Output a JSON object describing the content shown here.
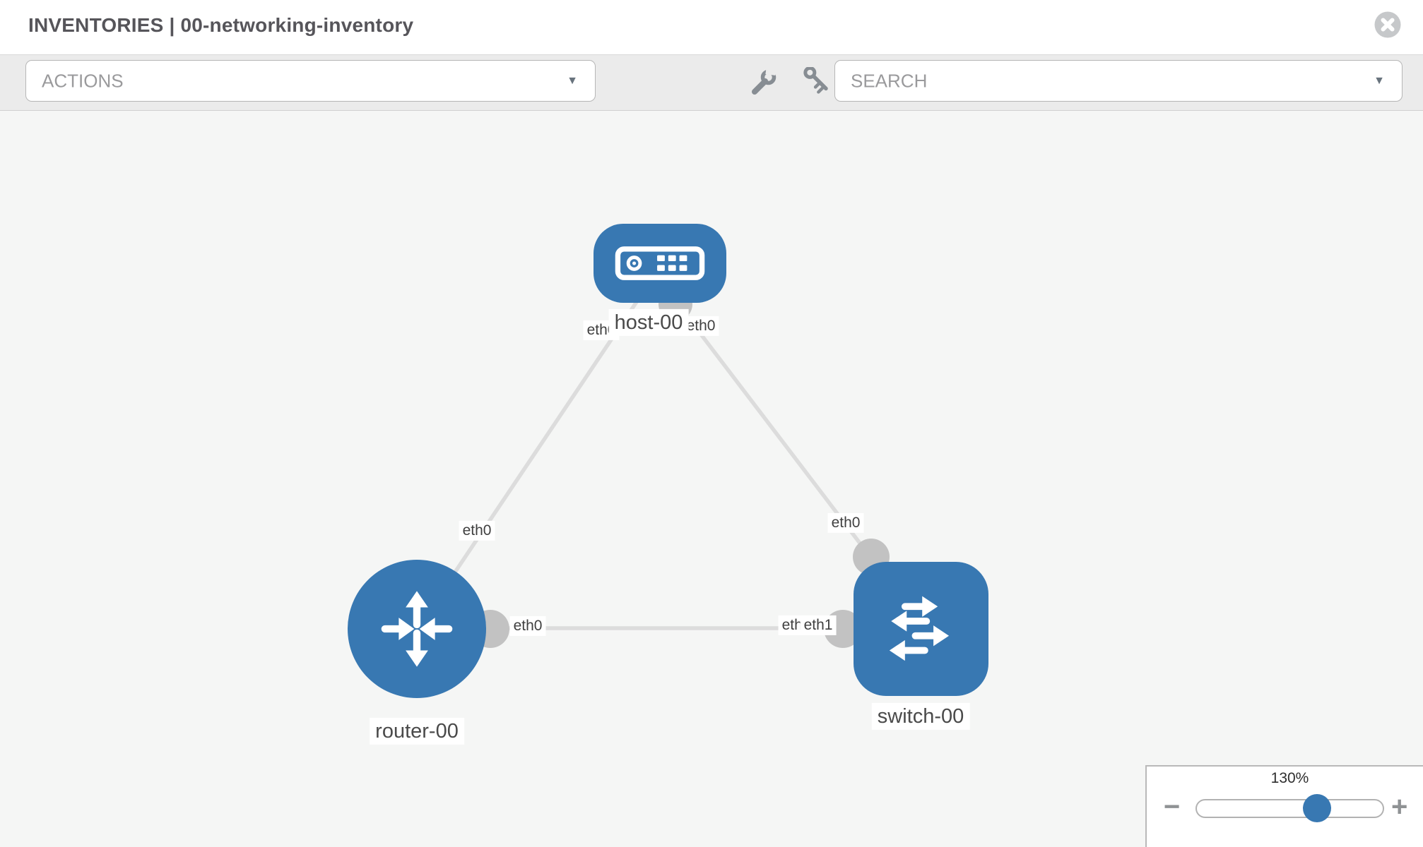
{
  "header": {
    "title": "INVENTORIES | 00-networking-inventory"
  },
  "toolbar": {
    "actions_dropdown": {
      "placeholder": "ACTIONS"
    },
    "search_dropdown": {
      "placeholder": "SEARCH"
    },
    "caret": "▼",
    "tool_icons": [
      "wrench",
      "key"
    ]
  },
  "topology": {
    "nodes": [
      {
        "name": "host-00",
        "type": "host",
        "shape": "rounded-rect"
      },
      {
        "name": "router-00",
        "type": "router",
        "shape": "circle"
      },
      {
        "name": "switch-00",
        "type": "switch",
        "shape": "rounded-square"
      }
    ],
    "links": [
      {
        "source": "host-00",
        "target": "router-00",
        "source_port": "eth0",
        "target_port": "eth0"
      },
      {
        "source": "host-00",
        "target": "switch-00",
        "source_port": "eth0",
        "target_port": "eth0"
      },
      {
        "source": "router-00",
        "target": "switch-00",
        "source_port": "eth0",
        "target_port": "eth1"
      }
    ],
    "port_labels": [
      {
        "text": "eth0",
        "at": "host-left"
      },
      {
        "text": "eth0",
        "at": "host-right"
      },
      {
        "text": "eth0",
        "at": "router-top"
      },
      {
        "text": "eth0",
        "at": "router-right"
      },
      {
        "text": "eth0",
        "at": "switch-top"
      },
      {
        "text": "eth0",
        "at": "switch-left-under"
      },
      {
        "text": "eth1",
        "at": "switch-left"
      }
    ]
  },
  "zoom_control": {
    "level": "130%",
    "minus_label": "−",
    "plus_label": "+"
  },
  "colors": {
    "node_blue": "#3878b2",
    "link_gray": "#dcdcdc",
    "port_gray": "#c2c2c2",
    "toolbar_bg": "#ebebeb",
    "canvas_bg": "#f5f6f5"
  }
}
